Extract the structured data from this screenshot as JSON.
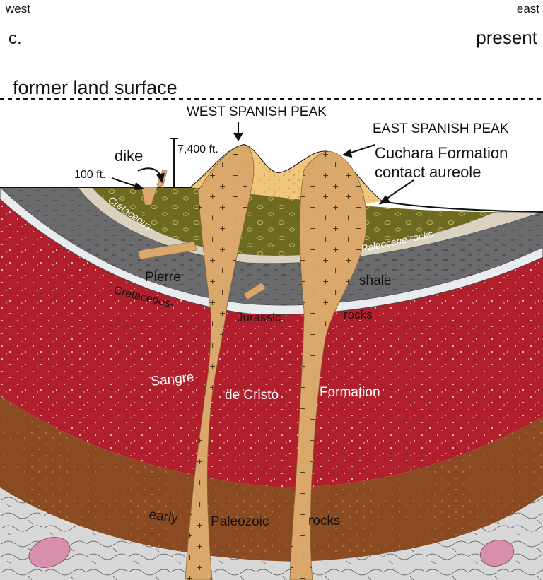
{
  "corner_labels": {
    "west": "west",
    "east": "east"
  },
  "panel_letter": "c.",
  "panel_time": "present",
  "former_surface": "former land surface",
  "peaks": {
    "west": "WEST SPANISH PEAK",
    "east": "EAST SPANISH PEAK"
  },
  "annotations": {
    "height": "7,400 ft.",
    "dike": "dike",
    "dike_width": "100 ft.",
    "cuchara_line1": "Cuchara Formation",
    "cuchara_line2": "contact aureole"
  },
  "layers": {
    "cretaceous_upper": "Cretaceous-",
    "paleocene": "Paleocene rocks",
    "pierre": "Pierre",
    "shale": "shale",
    "cretaceous_lower": "Cretaceous-",
    "jurassic": "Jurassic",
    "jurassic_rocks": "rocks",
    "sangre": "Sangre",
    "de_cristo": "de Cristo",
    "formation": "Formation",
    "early": "early",
    "paleozoic": "Paleozoic",
    "paleozoic_rocks": "rocks"
  },
  "colors": {
    "sangre_red": "#b21f2c",
    "paleozoic_brown": "#8a4a22",
    "pierre_gray": "#6b6b6d",
    "paleocene_olive": "#6f6a21",
    "intrusion_tan": "#d9a86a",
    "cuchara_yellow": "#f1c67a",
    "basement_gray": "#d8d8d8",
    "pink_body": "#d88fae"
  }
}
